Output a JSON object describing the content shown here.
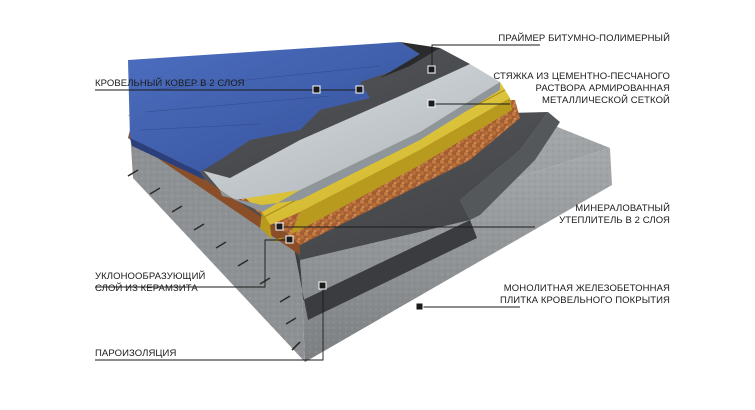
{
  "labels": {
    "primer": "ПРАЙМЕР БИТУМНО-ПОЛИМЕРНЫЙ",
    "roof_carpet": "КРОВЕЛЬНЫЙ КОВЕР В 2 СЛОЯ",
    "screed_1": "СТЯЖКА ИЗ ЦЕМЕНТНО-ПЕСЧАНОГО",
    "screed_2": "РАСТВОРА АРМИРОВАННАЯ",
    "screed_3": "МЕТАЛЛИЧЕСКОЙ СЕТКОЙ",
    "insulation_1": "МИНЕРАЛОВАТНЫЙ",
    "insulation_2": "УТЕПЛИТЕЛЬ В 2 СЛОЯ",
    "slope_1": "УКЛОНООБРАЗУЮЩИЙ",
    "slope_2": "СЛОЙ ИЗ КЕРАМЗИТА",
    "slab_1": "МОНОЛИТНАЯ ЖЕЛЕЗОБЕТОННАЯ",
    "slab_2": "ПЛИТКА КРОВЕЛЬНОГО ПОКРЫТИЯ",
    "vapor": "ПАРОИЗОЛЯЦИЯ"
  },
  "colors": {
    "concrete": "#9a9d9f",
    "vapor_barrier": "#4a4c4f",
    "clay": "#b06a3a",
    "insulation": "#d6c23a",
    "screed": "#c2c8cc",
    "primer": "#2a2b2d",
    "roofing": "#3f5fae"
  }
}
